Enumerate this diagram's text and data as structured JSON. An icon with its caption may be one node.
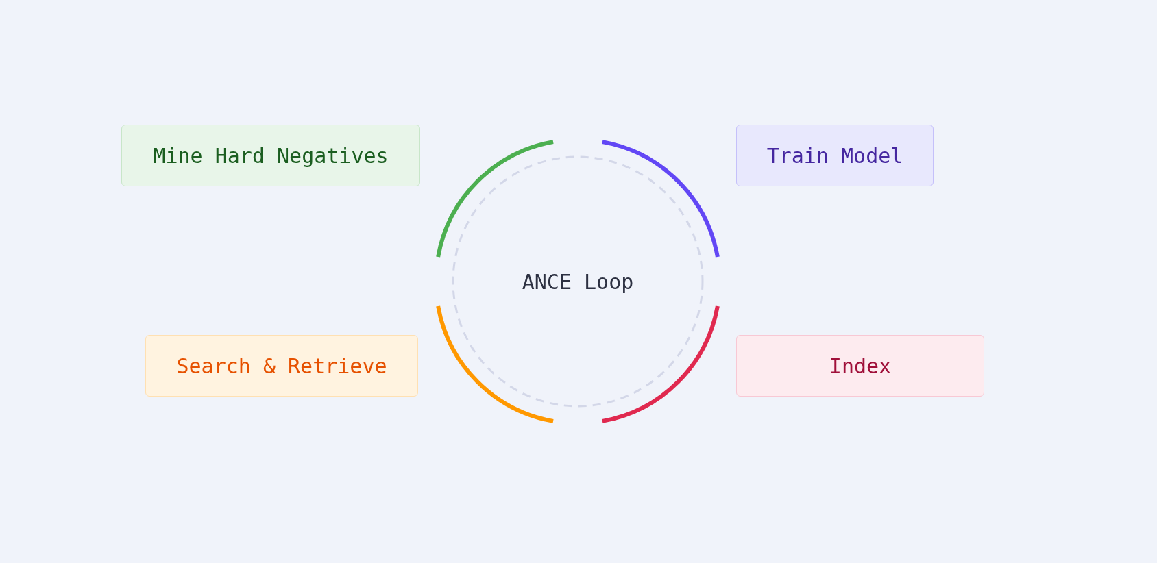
{
  "diagram": {
    "nodes": [
      {
        "text": [
          "Mine Hard Negatives"
        ]
      },
      {
        "text": [
          "Train Model"
        ]
      },
      {
        "text": [
          "ANCE Loop"
        ]
      },
      {
        "text": [
          "Search & Retrieve"
        ]
      },
      {
        "text": [
          "Index"
        ]
      }
    ]
  }
}
